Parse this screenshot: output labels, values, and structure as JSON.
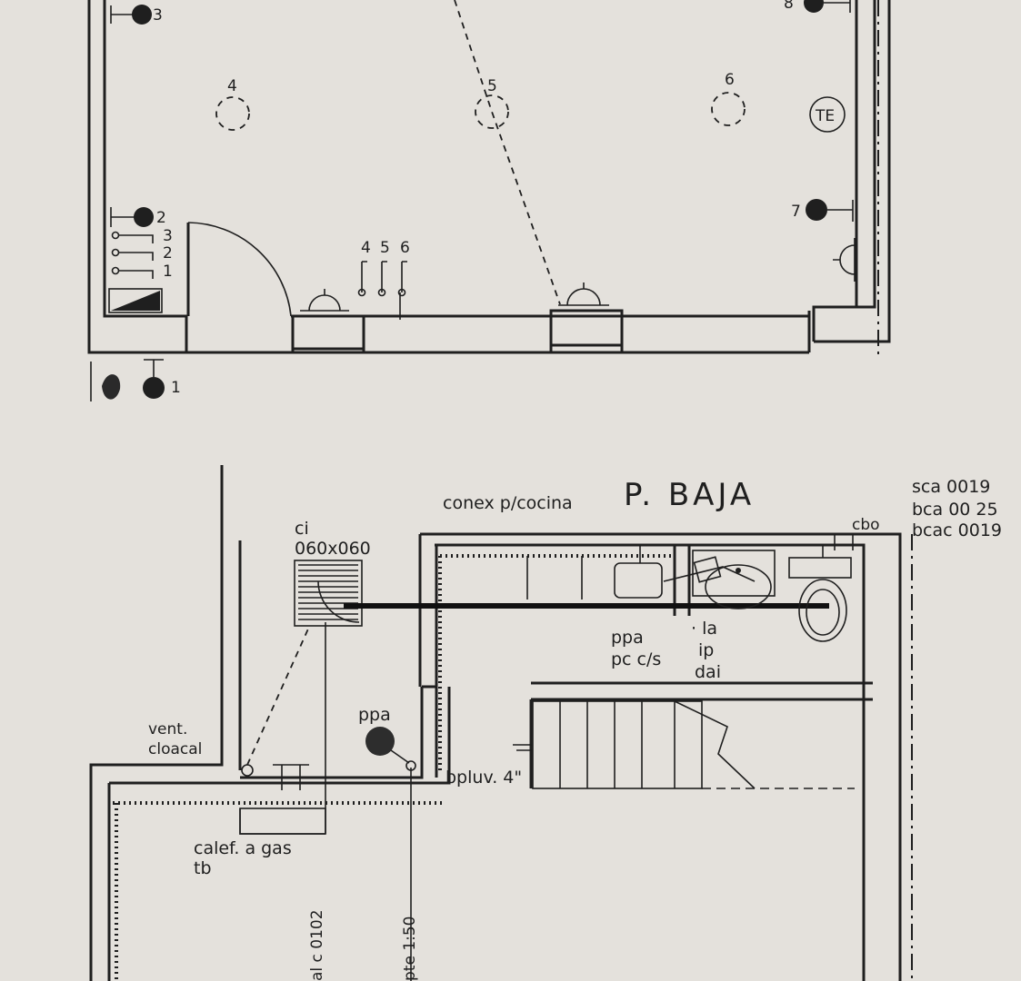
{
  "colors": {
    "paper": "#e4e1dc",
    "ink": "#1f1f1f"
  },
  "upper_plan": {
    "fixtures": [
      {
        "id": "1",
        "label": "1"
      },
      {
        "id": "2",
        "label": "2"
      },
      {
        "id": "3",
        "label": "3"
      },
      {
        "id": "4",
        "label": "4"
      },
      {
        "id": "5",
        "label": "5"
      },
      {
        "id": "6",
        "label": "6"
      },
      {
        "id": "7",
        "label": "7"
      },
      {
        "id": "8",
        "label": "8"
      }
    ],
    "board_labels": [
      "3",
      "2",
      "1"
    ],
    "switch_labels": [
      "4",
      "5",
      "6"
    ],
    "te_label": "TE"
  },
  "lower_plan": {
    "title": "P. BAJA",
    "conex": "conex p/cocina",
    "ci_label": "ci",
    "ci_size": "060x060",
    "cod_lines": [
      "sca 0019",
      "bca 00 25",
      "bcac 0019"
    ],
    "cbo_label": "cbo",
    "vent_lines": [
      "vent.",
      "cloacal"
    ],
    "ppa_label": "ppa",
    "pluv_label": "bpluv. 4\"",
    "ppa_pc_lines": [
      "ppa",
      "pc c/s"
    ],
    "la_lines": [
      "· la",
      "ip",
      "dai"
    ],
    "calef_lines": [
      "calef. a gas",
      "tb"
    ],
    "al_label": "al c 0102",
    "pte_label": "pte 1:50"
  }
}
